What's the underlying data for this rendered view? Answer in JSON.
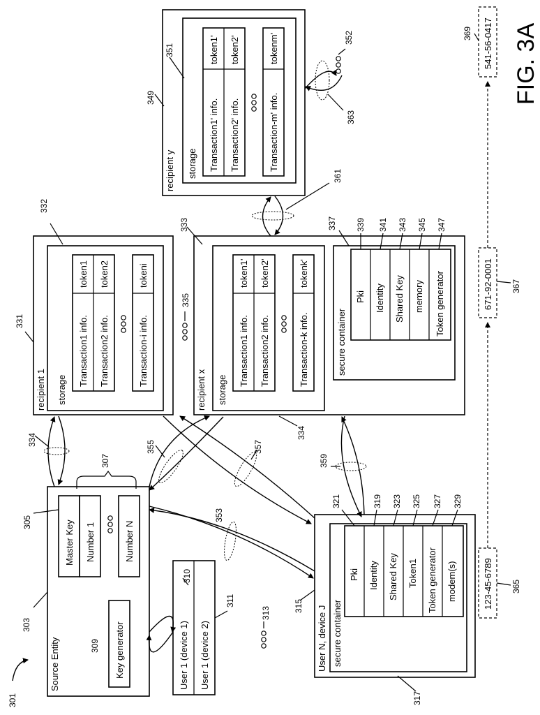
{
  "figure_label": "FIG. 3A",
  "refs": {
    "r301": "301",
    "r303": "303",
    "r305": "305",
    "r307": "307",
    "r309": "309",
    "r310": "310",
    "r311": "311",
    "r313": "313",
    "r315": "315",
    "r317": "317",
    "r319": "319",
    "r321": "321",
    "r323": "323",
    "r325": "325",
    "r327": "327",
    "r329": "329",
    "r331": "331",
    "r332": "332",
    "r333": "333",
    "r334a": "334",
    "r334b": "334",
    "r335": "335",
    "r337": "337",
    "r339": "339",
    "r341": "341",
    "r343": "343",
    "r345": "345",
    "r347": "347",
    "r349": "349",
    "r351": "351",
    "r352": "352",
    "r353": "353",
    "r355": "355",
    "r357": "357",
    "r359": "359",
    "r361": "361",
    "r363": "363",
    "r365": "365",
    "r367": "367",
    "r369": "369"
  },
  "source_entity": {
    "title": "Source Entity",
    "keys": [
      "Master Key",
      "Number 1",
      "Number N"
    ],
    "key_generator": "Key generator"
  },
  "users": [
    "User 1 (device 1)",
    "User 1 (device 2)"
  ],
  "user_n": {
    "title": "User N, device J",
    "container": "secure container",
    "items": [
      "Pki",
      "Identity",
      "Shared Key",
      "Token1",
      "Token generator",
      "modem(s)"
    ]
  },
  "recipient_1": {
    "title": "recipient 1",
    "storage": "storage",
    "rows": [
      {
        "info": "Transaction1 info.",
        "token": "token1"
      },
      {
        "info": "Transaction2 info.",
        "token": "token2"
      },
      {
        "info": "Transaction-i info.",
        "token": "tokeni"
      }
    ]
  },
  "recipient_x": {
    "title": "recipient x",
    "storage": "storage",
    "rows": [
      {
        "info": "Transaction1 info.",
        "token": "token1'"
      },
      {
        "info": "Transaction2 info.",
        "token": "token2'"
      },
      {
        "info": "Transaction-k info.",
        "token": "tokenk'"
      }
    ],
    "container": "secure container",
    "items": [
      "Pki",
      "Identity",
      "Shared Key",
      "memory",
      "Token generator"
    ]
  },
  "recipient_y": {
    "title": "recipient y",
    "storage": "storage",
    "rows": [
      {
        "info": "Transaction1' info.",
        "token": "token1'"
      },
      {
        "info": "Transaction2' info.",
        "token": "token2'"
      },
      {
        "info": "Transaction-m' info.",
        "token": "tokenm'"
      }
    ]
  },
  "numbers": [
    "123-45-6789",
    "671-92-0001",
    "541-56-0417"
  ]
}
